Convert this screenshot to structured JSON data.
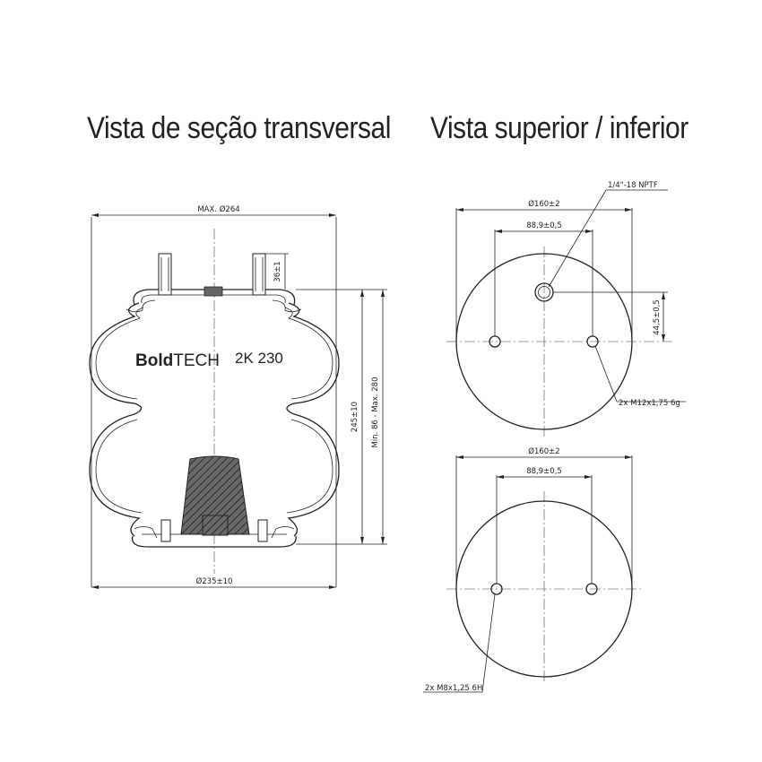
{
  "titles": {
    "cross_section": "Vista de seção transversal",
    "top_bottom": "Vista superior / inferior"
  },
  "brand": {
    "bold": "Bold",
    "light": "TECH",
    "model": "2K 230"
  },
  "cross_section": {
    "max_diameter": "MAX. Ø264",
    "base_diameter": "Ø235±10",
    "height": "245±10",
    "height_range": "Min. 86 - Max. 280",
    "stud_height": "36±1"
  },
  "top_view": {
    "outer_diameter": "Ø160±2",
    "bolt_spacing": "88,9±0,5",
    "port": "1/4\"-18 NPTF",
    "port_offset": "44,5±0,5",
    "threads": "2x M12x1,75 6g"
  },
  "bottom_view": {
    "outer_diameter": "Ø160±2",
    "bolt_spacing": "88,9±0,5",
    "threads": "2x M8x1,25 6H"
  },
  "colors": {
    "line": "#222222",
    "hatch_fill": "#555555"
  }
}
